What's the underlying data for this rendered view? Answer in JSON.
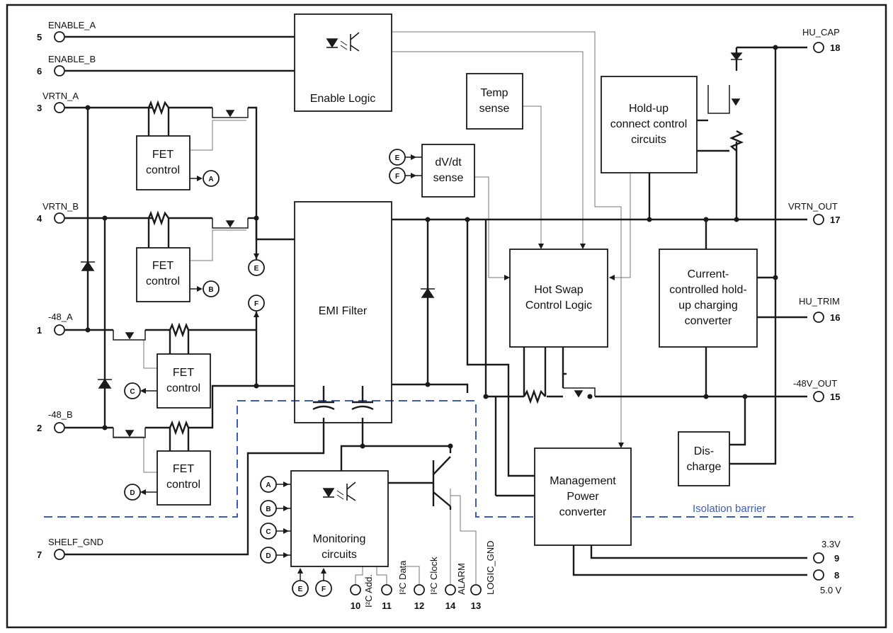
{
  "pins": {
    "enable_a": {
      "label": "ENABLE_A",
      "number": "5"
    },
    "enable_b": {
      "label": "ENABLE_B",
      "number": "6"
    },
    "vrtn_a": {
      "label": "VRTN_A",
      "number": "3"
    },
    "vrtn_b": {
      "label": "VRTN_B",
      "number": "4"
    },
    "neg48_a": {
      "label": "-48_A",
      "number": "1"
    },
    "neg48_b": {
      "label": "-48_B",
      "number": "2"
    },
    "shelf_gnd": {
      "label": "SHELF_GND",
      "number": "7"
    },
    "hu_cap": {
      "label": "HU_CAP",
      "number": "18"
    },
    "vrtn_out": {
      "label": "VRTN_OUT",
      "number": "17"
    },
    "hu_trim": {
      "label": "HU_TRIM",
      "number": "16"
    },
    "neg48v_out": {
      "label": "-48V_OUT",
      "number": "15"
    },
    "v33": {
      "label": "3.3V",
      "number": "9"
    },
    "v50": {
      "label": "5.0 V",
      "number": "8"
    },
    "i2c_add": {
      "label": "I²C Add.",
      "number": "10"
    },
    "i2c_data": {
      "label": "I²C Data",
      "number": "11"
    },
    "i2c_clock": {
      "label": "I²C Clock",
      "number": "12"
    },
    "alarm": {
      "label": "ALARM",
      "number": "14"
    },
    "logic_gnd": {
      "label": "LOGIC_GND",
      "number": "13"
    }
  },
  "blocks": {
    "enable_logic": "Enable Logic",
    "fet_control": [
      "FET",
      "control"
    ],
    "emi_filter": "EMI Filter",
    "temp_sense": [
      "Temp",
      "sense"
    ],
    "dvdt_sense": [
      "dV/dt",
      "sense"
    ],
    "holdup_connect": [
      "Hold-up",
      "connect control",
      "circuits"
    ],
    "hot_swap": [
      "Hot Swap",
      "Control Logic"
    ],
    "charging_converter": [
      "Current-",
      "controlled hold-",
      "up charging",
      "converter"
    ],
    "discharge": [
      "Dis-",
      "charge"
    ],
    "monitoring": [
      "Monitoring",
      "circuits"
    ],
    "mgmt_power": [
      "Management",
      "Power",
      "converter"
    ]
  },
  "refs": {
    "a": "A",
    "b": "B",
    "c": "C",
    "d": "D",
    "e": "E",
    "f": "F"
  },
  "isolation_barrier": "Isolation barrier",
  "colors": {
    "isolation_line": "#3b5bbf",
    "wire": "#1a1a1a",
    "signal": "#777777"
  }
}
